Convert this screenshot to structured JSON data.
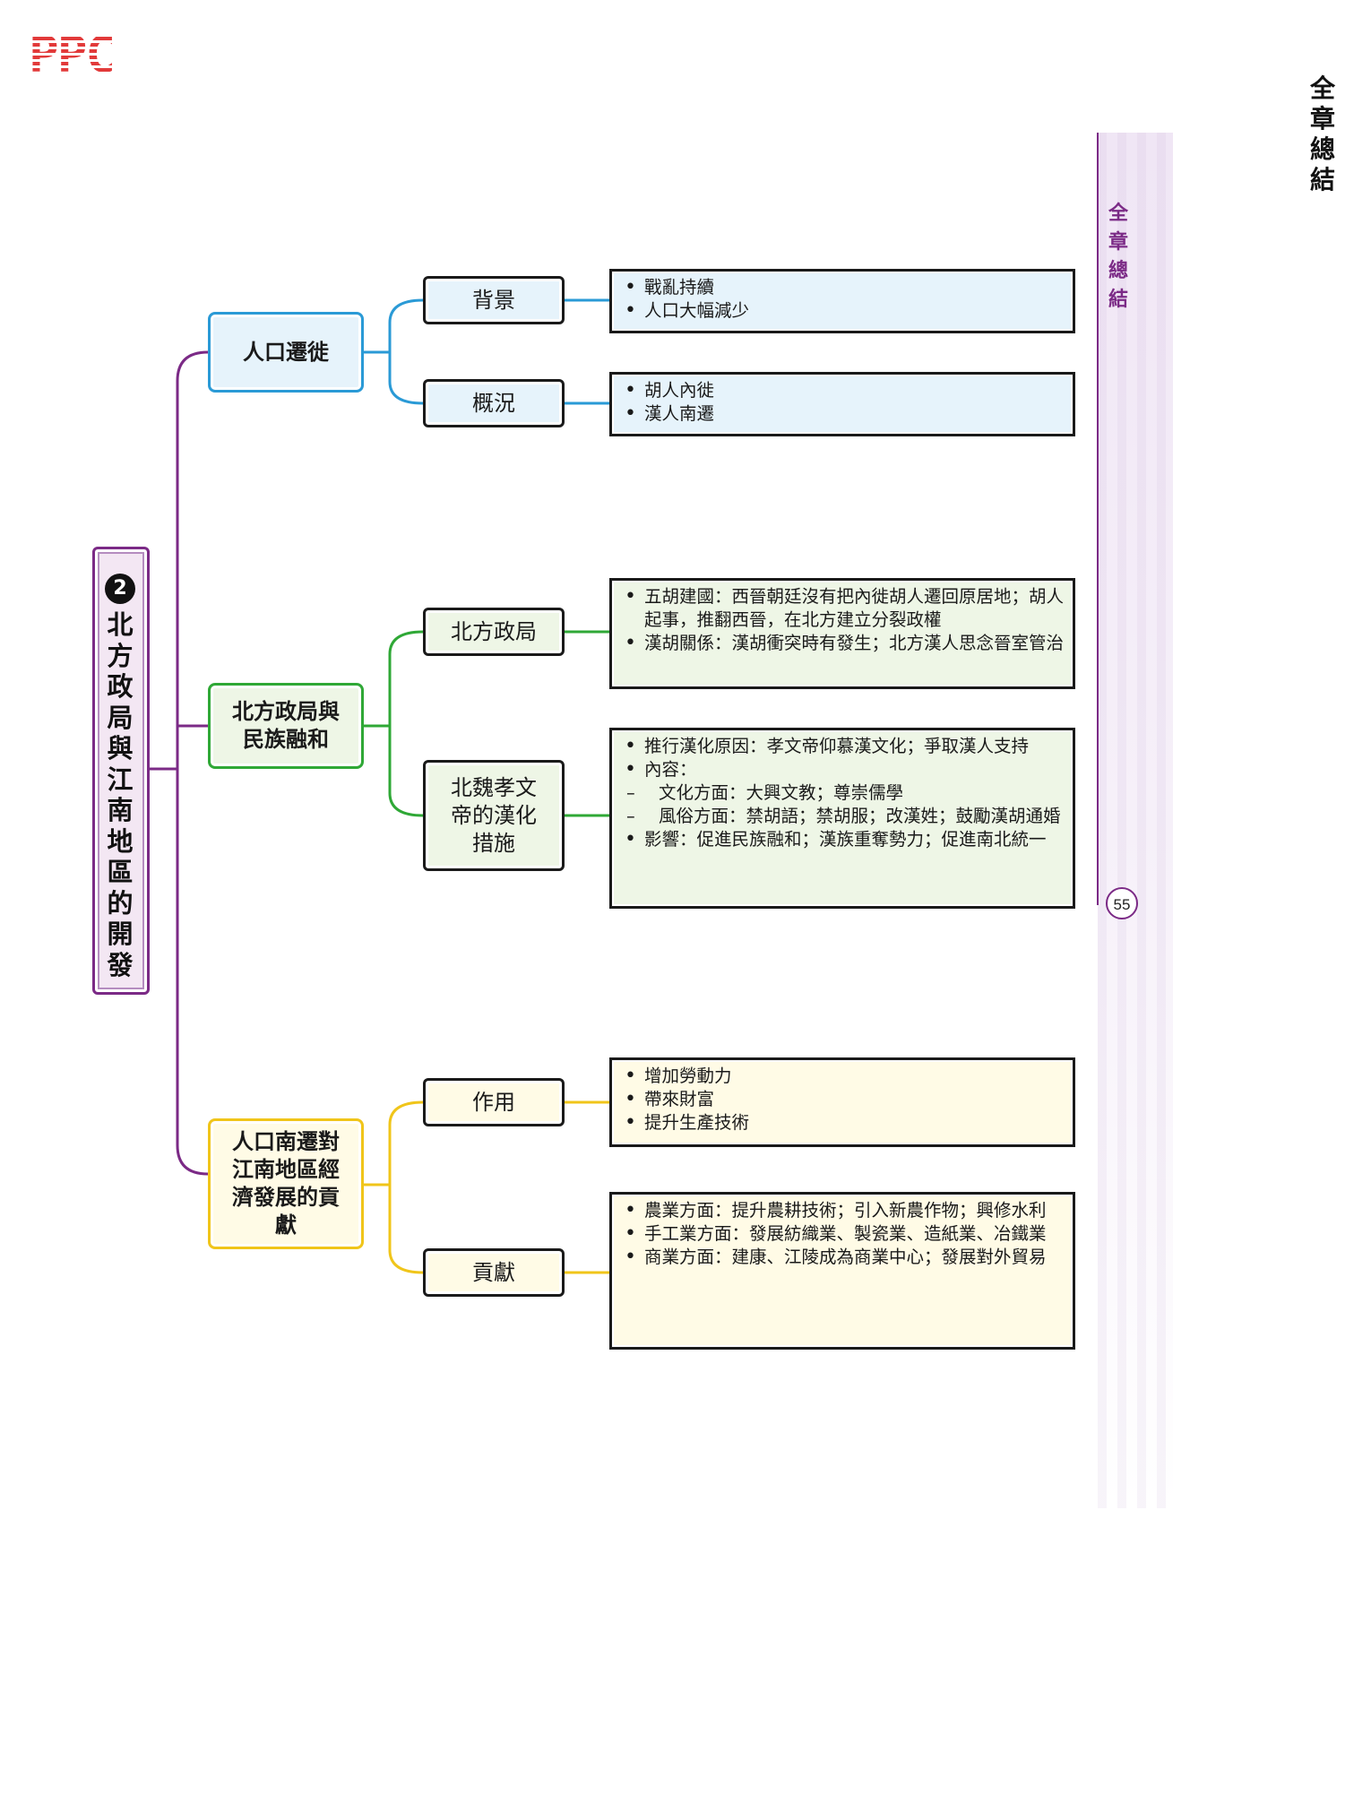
{
  "logo": "PPC",
  "header": {
    "corner_title": "全章總結",
    "side_title": "全章總結",
    "page_number": "55"
  },
  "root": {
    "number": "2",
    "title": "北方政局與江南地區的開發"
  },
  "branches": [
    {
      "label": "人口遷徙",
      "color": "#2a9ad6",
      "children": [
        {
          "label": "背景",
          "details": [
            "戰亂持續",
            "人口大幅減少"
          ]
        },
        {
          "label": "概況",
          "details": [
            "胡人內徙",
            "漢人南遷"
          ]
        }
      ]
    },
    {
      "label": "北方政局與民族融和",
      "color": "#2fa836",
      "children": [
        {
          "label": "北方政局",
          "details": [
            "五胡建國：西晉朝廷沒有把內徙胡人遷回原居地；胡人起事，推翻西晉，在北方建立分裂政權",
            "漢胡關係：漢胡衝突時有發生；北方漢人思念晉室管治"
          ]
        },
        {
          "label": "北魏孝文帝的漢化措施",
          "details": [
            "推行漢化原因：孝文帝仰慕漢文化；爭取漢人支持",
            "內容：",
            "文化方面：大興文教；尊崇儒學",
            "風俗方面：禁胡語；禁胡服；改漢姓；鼓勵漢胡通婚",
            "影響：促進民族融和；漢族重奪勢力；促進南北統一"
          ]
        }
      ]
    },
    {
      "label": "人口南遷對江南地區經濟發展的貢獻",
      "color": "#f0c51a",
      "children": [
        {
          "label": "作用",
          "details": [
            "增加勞動力",
            "帶來財富",
            "提升生產技術"
          ]
        },
        {
          "label": "貢獻",
          "details": [
            "農業方面：提升農耕技術；引入新農作物；興修水利",
            "手工業方面：發展紡織業、製瓷業、造紙業、冶鐵業",
            "商業方面：建康、江陵成為商業中心；發展對外貿易"
          ]
        }
      ]
    }
  ]
}
